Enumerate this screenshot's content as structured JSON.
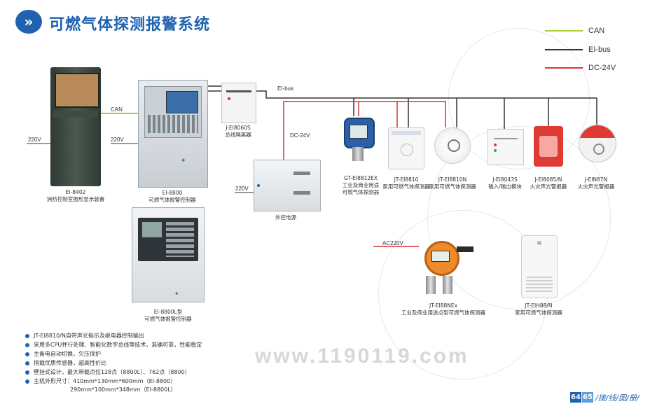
{
  "header": {
    "title": "可燃气体探测报警系统",
    "badge": "»"
  },
  "legend": [
    {
      "label": "CAN",
      "color": "#a8cf3a"
    },
    {
      "label": "EI-bus",
      "color": "#333333"
    },
    {
      "label": "DC-24V",
      "color": "#d93434"
    }
  ],
  "wires": {
    "can": "CAN",
    "v220a": "220V",
    "v220b": "220V",
    "v220c": "220V",
    "eibus": "EI-bus",
    "dc24": "DC-24V",
    "ac220": "AC220V"
  },
  "devices": {
    "ei8402": {
      "model": "EI-8402",
      "name": "消防控制室图形显示装置"
    },
    "ei8800": {
      "model": "EI-8800",
      "name": "可燃气体报警控制器"
    },
    "ei8800l": {
      "model": "EI-8800L型",
      "name": "可燃气体报警控制器"
    },
    "isolator": {
      "model": "J-EI8060S",
      "name": "总线隔离器"
    },
    "psu": {
      "name": "外控电源"
    },
    "gt8812ex": {
      "model": "GT-EI8812EX",
      "name1": "工业及商业用途",
      "name2": "可燃气体探测器"
    },
    "jt8810": {
      "model": "JT-EI8810",
      "name": "家用可燃气体探测器"
    },
    "jt8810n": {
      "model": "JT-EI8810N",
      "name": "家用可燃气体探测器"
    },
    "j8043s": {
      "model": "J-EI8043S",
      "name": "输入/输出模块"
    },
    "j8085n": {
      "model": "J-EI8085/N",
      "name": "火灾声光警报器"
    },
    "j87n": {
      "model": "J-EIN87N",
      "name": "火灾声光警报器"
    },
    "jt88nex": {
      "model": "JT-EI88NEx",
      "name": "工业及商业用途点型可燃气体探测器"
    },
    "jt88n": {
      "model": "JT-EIH88/N",
      "name": "家用可燃气体探测器"
    }
  },
  "features": [
    "JT-EI8810/N自带声光指示及继电器控制输出",
    "采用多CPU并行处理、智能化数字总线等技术，准确可靠，性能稳定",
    "主备电自动切换，欠压保护",
    "搭载优质传感器，超高性价比",
    "壁挂式设计，最大带载点位128点（8800L）、762点（8800）",
    "主机外形尺寸：410mm*130mm*600mm（EI-8800）",
    "290mm*100mm*348mm（EI-8800L）"
  ],
  "watermark": "www.1190119.com",
  "footer": {
    "page_a": "64",
    "page_b": "65",
    "section": "/接/线/图/册/"
  }
}
